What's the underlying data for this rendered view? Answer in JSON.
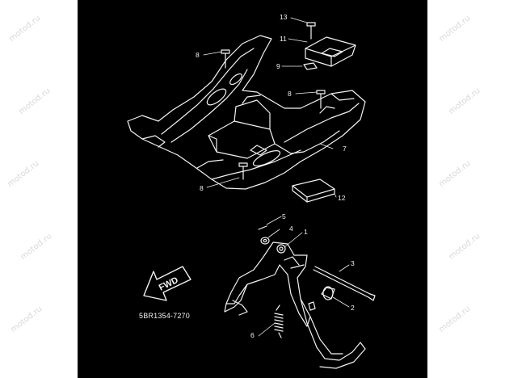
{
  "figure": {
    "part_code": "5BR1354-7270",
    "fwd_label": "FWD",
    "watermark": "motod.ru",
    "callouts": [
      "13",
      "11",
      "9",
      "8",
      "8",
      "7",
      "8",
      "12",
      "5",
      "4",
      "1",
      "3",
      "2",
      "6"
    ]
  },
  "colors": {
    "background": "#000000",
    "lines": "#f2f2f2",
    "watermark": "#d9d9d9"
  }
}
